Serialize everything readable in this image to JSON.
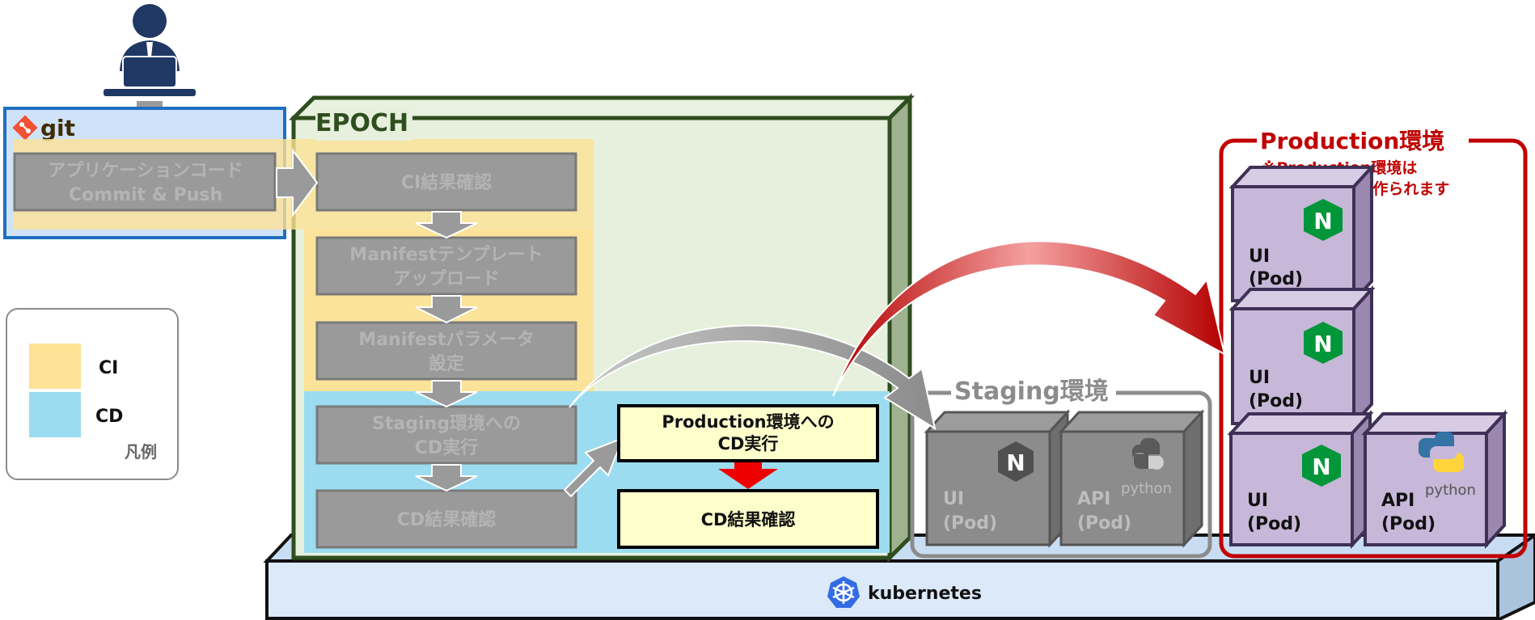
{
  "git": {
    "label": "git"
  },
  "epoch": {
    "title": "EPOCH"
  },
  "steps": {
    "commit": [
      "アプリケーションコード",
      "Commit & Push"
    ],
    "ci_check": [
      "CI結果確認"
    ],
    "manifest_upload": [
      "Manifestテンプレート",
      "アップロード"
    ],
    "manifest_param": [
      "Manifestパラメータ",
      "設定"
    ],
    "staging_cd": [
      "Staging環境への",
      "CD実行"
    ],
    "cd_check_left": [
      "CD結果確認"
    ],
    "prod_cd": [
      "Production環境への",
      "CD実行"
    ],
    "cd_check_right": [
      "CD結果確認"
    ]
  },
  "legend": {
    "ci": "CI",
    "cd": "CD",
    "caption": "凡例"
  },
  "staging": {
    "title": "Staging環境",
    "ui_pod": [
      "UI",
      "(Pod)"
    ],
    "api_pod": [
      "API",
      "(Pod)"
    ],
    "python": "python"
  },
  "production": {
    "title": "Production環境",
    "note": [
      "※Production環境は",
      "API-Podが3つ作られます"
    ],
    "ui_pod": [
      "UI",
      "(Pod)"
    ],
    "api_pod": [
      "API",
      "(Pod)"
    ],
    "python": "python"
  },
  "kubernetes": {
    "label": "kubernetes"
  },
  "colors": {
    "ci": "#fde296",
    "cd": "#9cdcf0",
    "epoch_border": "#2f4e1f",
    "epoch_fill": "#e6f0dc",
    "git_border": "#1f6fbf",
    "git_fill": "#cfe2f8",
    "production_border": "#c00000",
    "pod_purple": "#c7b7d8",
    "nginx_green": "#009639",
    "staging_gray": "#8c8c8c"
  }
}
